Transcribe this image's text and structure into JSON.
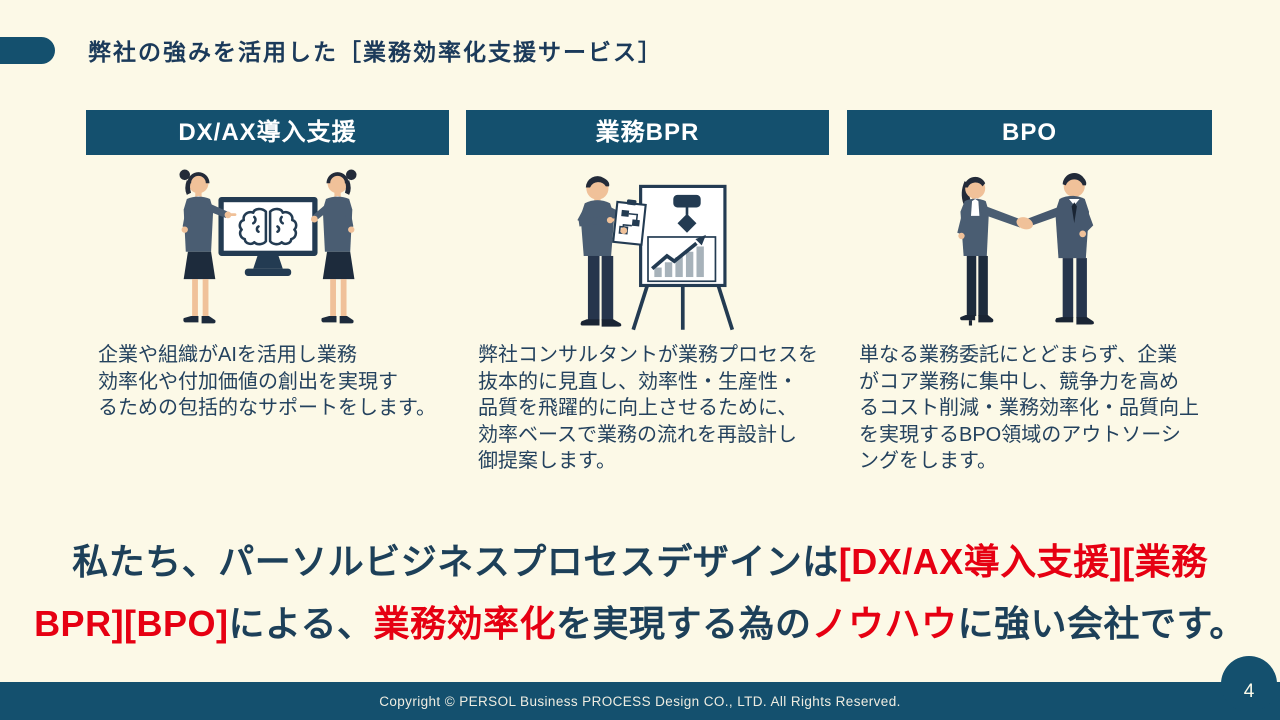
{
  "slide": {
    "title": "弊社の強みを活用した［業務効率化支援サービス］",
    "page_number": "4",
    "footer": "Copyright © PERSOL Business PROCESS Design CO., LTD. All Rights Reserved."
  },
  "columns": [
    {
      "header": "DX/AX導入支援",
      "illustration": "two-women-presenting-ai-brain-monitor",
      "description": "企業や組織がAIを活用し業務\n効率化や付加価値の創出を実現す\nるための包括的なサポートをします。"
    },
    {
      "header": "業務BPR",
      "illustration": "consultant-presenting-flipchart-flowchart",
      "description": "弊社コンサルタントが業務プロセスを\n抜本的に見直し、効率性・生産性・\n品質を飛躍的に向上させるために、\n効率ベースで業務の流れを再設計し\n御提案します。"
    },
    {
      "header": "BPO",
      "illustration": "business-handshake",
      "description": "単なる業務委託にとどまらず、企業\nがコア業務に集中し、競争力を高め\nるコスト削減・業務効率化・品質向上\nを実現するBPO領域のアウトソーシ\nングをします。"
    }
  ],
  "statement": {
    "lines": [
      {
        "segments": [
          {
            "text": "私たち、パーソルビジネスプロセスデザインは",
            "color": "navy"
          },
          {
            "text": "[DX/AX導入支援][業務",
            "color": "red"
          }
        ]
      },
      {
        "segments": [
          {
            "text": "BPR][BPO]",
            "color": "red"
          },
          {
            "text": "による、",
            "color": "navy"
          },
          {
            "text": "業務効率化",
            "color": "red"
          },
          {
            "text": "を実現する為の",
            "color": "navy"
          },
          {
            "text": "ノウハウ",
            "color": "red"
          },
          {
            "text": "に強い会社です。",
            "color": "navy"
          }
        ]
      }
    ]
  },
  "colors": {
    "accent_teal": "#14506E",
    "navy_text": "#1D4059",
    "red_text": "#E60012",
    "background": "#FCF9E7"
  }
}
